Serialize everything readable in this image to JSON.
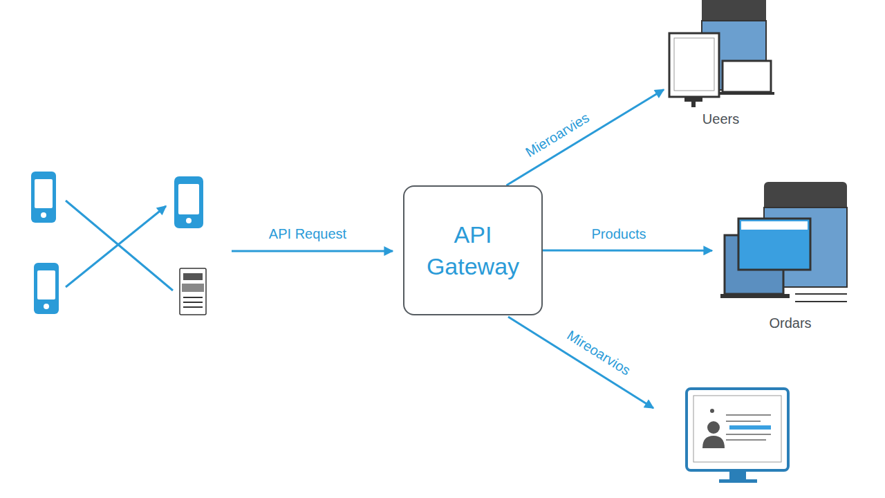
{
  "diagram": {
    "nodes": [
      {
        "text": [
          "API Gateway"
        ]
      },
      {
        "text": [
          "Ueers"
        ]
      },
      {
        "text": [
          "Ordars"
        ]
      }
    ],
    "edges": [
      {
        "from": 0,
        "to": 1,
        "arrow": "to",
        "label": "Mieroarvies"
      },
      {
        "from": 0,
        "to": 2,
        "arrow": "to",
        "label": "Products"
      }
    ],
    "labels": [
      "API Request",
      "Mireoarvios"
    ]
  }
}
